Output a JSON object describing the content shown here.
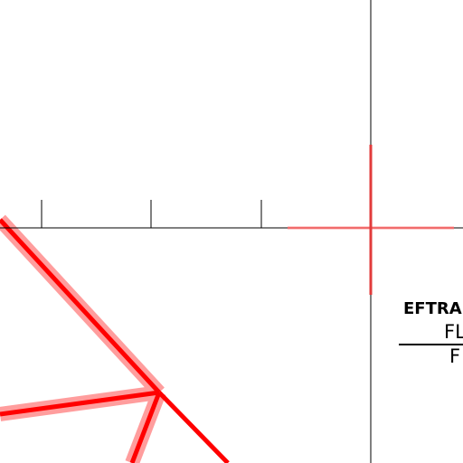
{
  "map": {
    "colors": {
      "background": "#ffffff",
      "axis": "#000000",
      "route": "#ff0000",
      "route_halo": "#ff9d9d",
      "crosshair": "#e23b3b"
    },
    "labels": {
      "waypoint_name": "EFTRA",
      "fl_line": "FL",
      "f_line": "F"
    }
  }
}
